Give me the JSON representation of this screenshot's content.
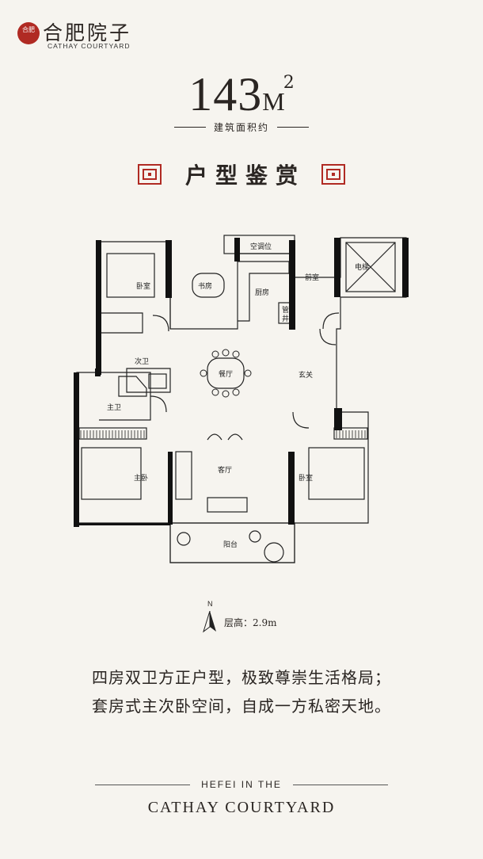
{
  "brand": {
    "seal_text": "合肥",
    "name_cn": "合肥院子",
    "name_en": "CATHAY COURTYARD"
  },
  "area": {
    "number": "143",
    "unit": "M",
    "superscript": "2",
    "note": "建筑面积约"
  },
  "section_title": "户型鉴赏",
  "floor_plan": {
    "rooms": {
      "bedroom_nw": "卧室",
      "study": "书房",
      "ac_platform": "空调位",
      "kitchen": "厨房",
      "front_room": "前室",
      "elevator": "电梯",
      "pipe_well_1": "管",
      "pipe_well_2": "井",
      "second_bath": "次卫",
      "dining": "餐厅",
      "foyer": "玄关",
      "master_bath": "主卫",
      "living": "客厅",
      "master_bedroom": "主卧",
      "bedroom_e": "卧室",
      "balcony": "阳台"
    }
  },
  "compass": {
    "north": "N",
    "floor_height": "层高：2.9m"
  },
  "description": {
    "line1": "四房双卫方正户型，极致尊崇生活格局；",
    "line2": "套房式主次卧空间，自成一方私密天地。"
  },
  "footer": {
    "line1": "HEFEI IN THE",
    "line2": "CATHAY COURTYARD"
  },
  "colors": {
    "accent_red": "#b02a23",
    "background": "#f6f4ef",
    "text": "#2a2522"
  }
}
